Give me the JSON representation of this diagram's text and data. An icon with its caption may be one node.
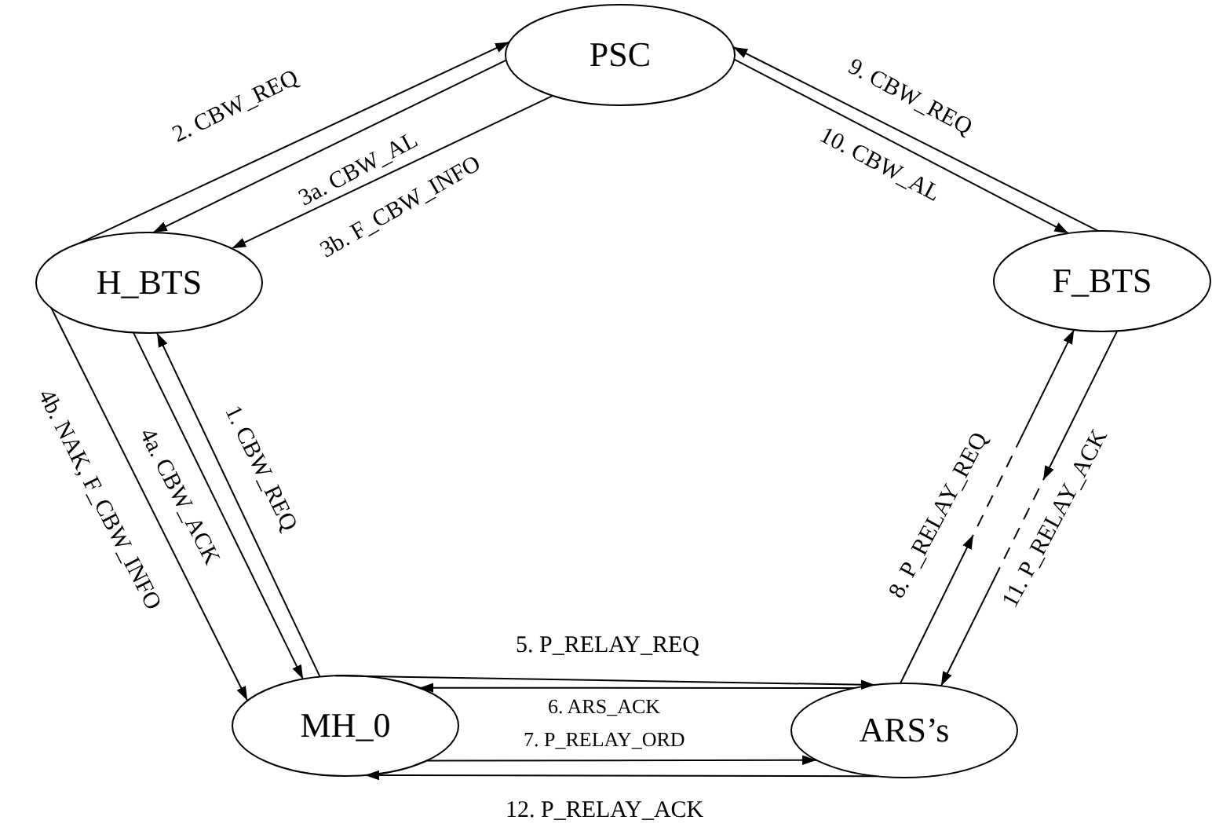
{
  "diagram": {
    "nodes": [
      {
        "text": [
          "PSC"
        ]
      },
      {
        "text": [
          "H_BTS"
        ]
      },
      {
        "text": [
          "F_BTS"
        ]
      },
      {
        "text": [
          "MH_0"
        ]
      },
      {
        "text": [
          "ARS’s"
        ]
      }
    ],
    "edges": [
      {
        "from": 3,
        "to": 1,
        "arrow": "to",
        "label": "1. CBW_REQ"
      },
      {
        "from": 1,
        "to": 0,
        "arrow": "to",
        "label": "2. CBW_REQ"
      },
      {
        "from": 0,
        "to": 1,
        "arrow": "to",
        "label": "3a. CBW_AL"
      },
      {
        "from": 0,
        "to": 1,
        "arrow": "to",
        "label": "3b. F_CBW_INFO"
      },
      {
        "from": 1,
        "to": 3,
        "arrow": "to",
        "label": "4a. CBW_ACK"
      },
      {
        "from": 1,
        "to": 3,
        "arrow": "to",
        "label": "4b. NAK, F_CBW_INFO"
      },
      {
        "from": 3,
        "to": 4,
        "arrow": "to",
        "label": "5. P_RELAY_REQ"
      },
      {
        "from": 4,
        "to": 3,
        "arrow": "to",
        "label": "6. ARS_ACK"
      },
      {
        "from": 3,
        "to": 4,
        "arrow": "to",
        "label": "7. P_RELAY_ORD"
      },
      {
        "from": 4,
        "to": 2,
        "arrow": "to",
        "label": "8. P_RELAY_REQ",
        "style": "dashed"
      },
      {
        "from": 2,
        "to": 0,
        "arrow": "to",
        "label": "9. CBW_REQ"
      },
      {
        "from": 0,
        "to": 2,
        "arrow": "to",
        "label": "10. CBW_AL"
      },
      {
        "from": 2,
        "to": 4,
        "arrow": "to",
        "label": "11. P_RELAY_ACK",
        "style": "dashed"
      },
      {
        "from": 4,
        "to": 3,
        "arrow": "to",
        "label": "12. P_RELAY_ACK"
      }
    ]
  }
}
